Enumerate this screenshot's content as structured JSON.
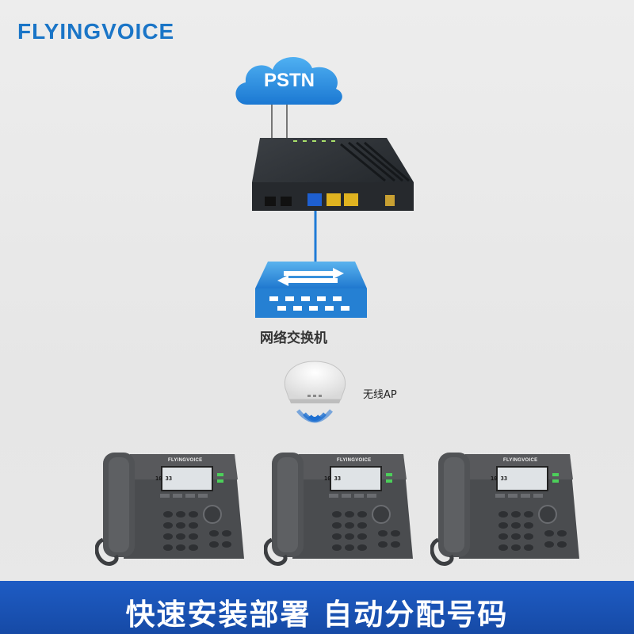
{
  "brand": {
    "logo_text": "FLYINGVOICE",
    "color": "#1a75c7"
  },
  "network": {
    "cloud": {
      "label": "PSTN",
      "color": "#2a8ee0"
    },
    "gateway": {
      "icon": "voip-gateway-icon"
    },
    "switch": {
      "label": "网络交换机",
      "icon": "network-switch-icon",
      "color": "#2d86d6"
    },
    "access_point": {
      "label": "无线AP",
      "icon": "wireless-ap-icon"
    },
    "wifi": {
      "icon": "wifi-signal-icon",
      "color": "#1d6fd1"
    }
  },
  "phones": [
    {
      "brand": "FLYINGVOICE",
      "time": "10 33",
      "icon": "ip-phone-icon"
    },
    {
      "brand": "FLYINGVOICE",
      "time": "10 33",
      "icon": "ip-phone-icon"
    },
    {
      "brand": "FLYINGVOICE",
      "time": "10 33",
      "icon": "ip-phone-icon"
    }
  ],
  "footer": {
    "text": "快速安装部署 自动分配号码",
    "color": "#1a55b8"
  }
}
